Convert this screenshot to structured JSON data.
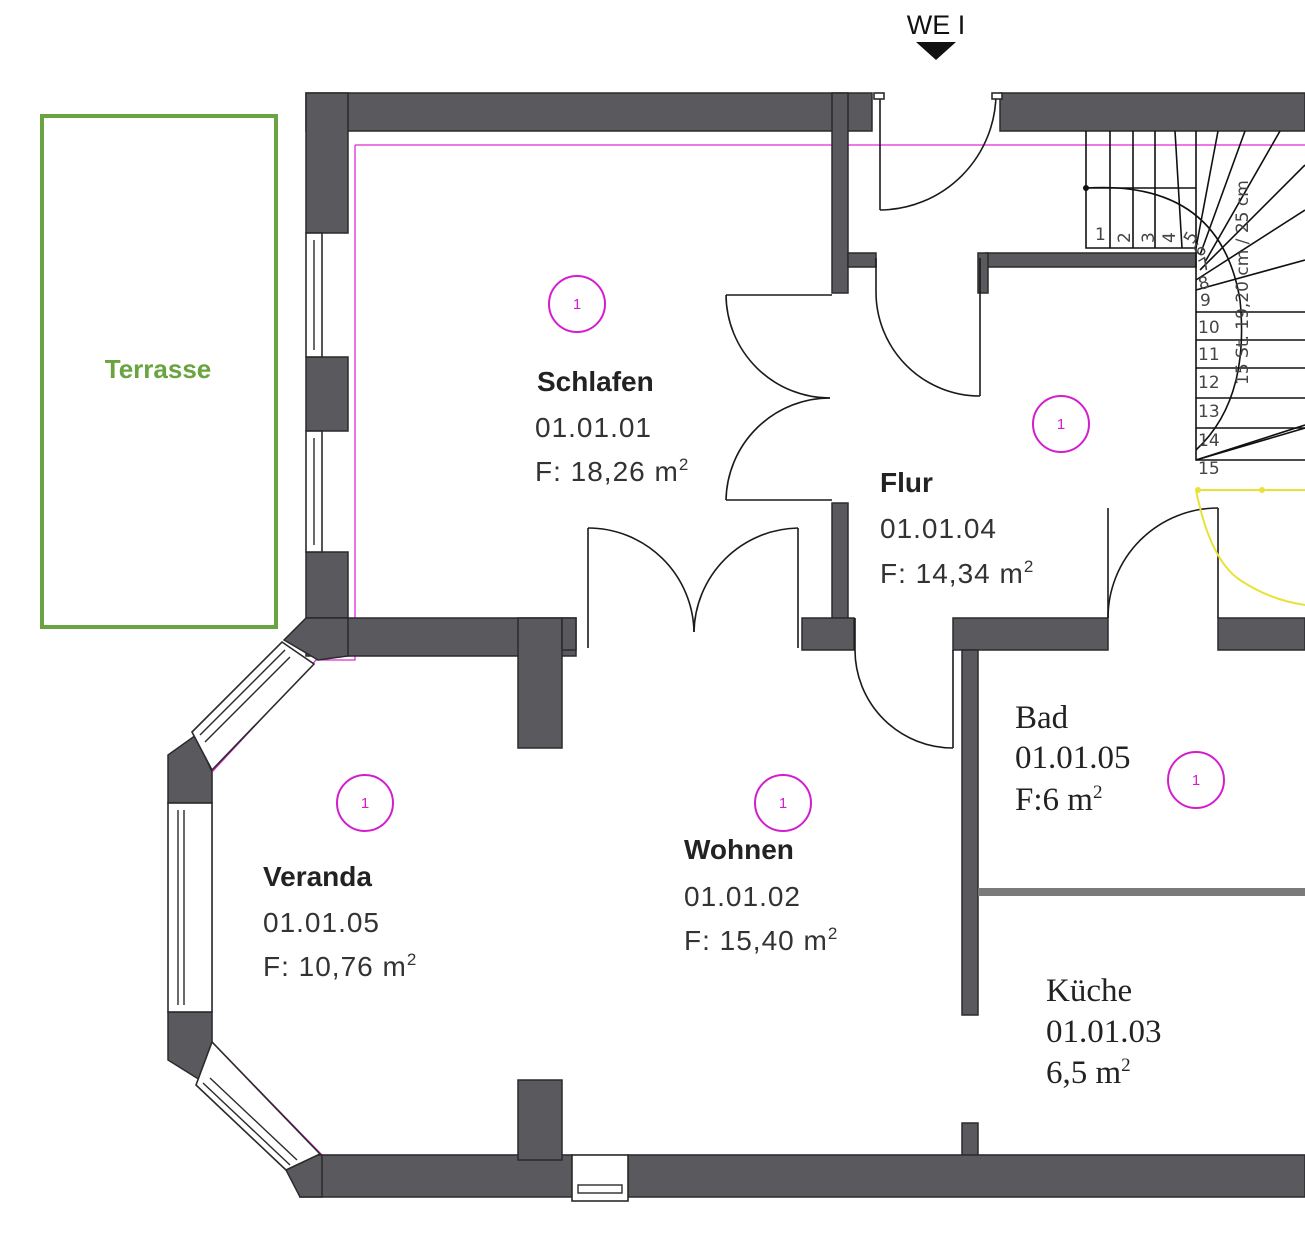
{
  "entrance": {
    "label": "WE I"
  },
  "terrace": {
    "label": "Terrasse",
    "color": "#6aa441"
  },
  "rooms": [
    {
      "key": "schlafen",
      "name": "Schlafen",
      "number": "01.01.01",
      "area": "F: 18,26 m",
      "sup": "2",
      "marker": "1"
    },
    {
      "key": "flur",
      "name": "Flur",
      "number": "01.01.04",
      "area": "F: 14,34 m",
      "sup": "2",
      "marker": "1"
    },
    {
      "key": "wohnen",
      "name": "Wohnen",
      "number": "01.01.02",
      "area": "F: 15,40 m",
      "sup": "2",
      "marker": "1"
    },
    {
      "key": "veranda",
      "name": "Veranda",
      "number": "01.01.05",
      "area": "F: 10,76 m",
      "sup": "2",
      "marker": "1"
    },
    {
      "key": "bad",
      "name": "Bad",
      "number": "01.01.05",
      "area": "F:6 m",
      "sup": "2",
      "marker": "1"
    },
    {
      "key": "kueche",
      "name": "Küche",
      "number": "01.01.03",
      "area": "6,5 m",
      "sup": "2"
    }
  ],
  "stair": {
    "steps": [
      "1",
      "2",
      "3",
      "4",
      "5",
      "6",
      "7",
      "8",
      "9",
      "10",
      "11",
      "12",
      "13",
      "14",
      "15"
    ],
    "label": "15 St. 19,20 cm / 25 cm"
  },
  "colors": {
    "wall": "#5a5a5e",
    "room_outline": "#e02bd8",
    "room_marker": "#d21ecc",
    "escape_path": "#e8e23a"
  }
}
